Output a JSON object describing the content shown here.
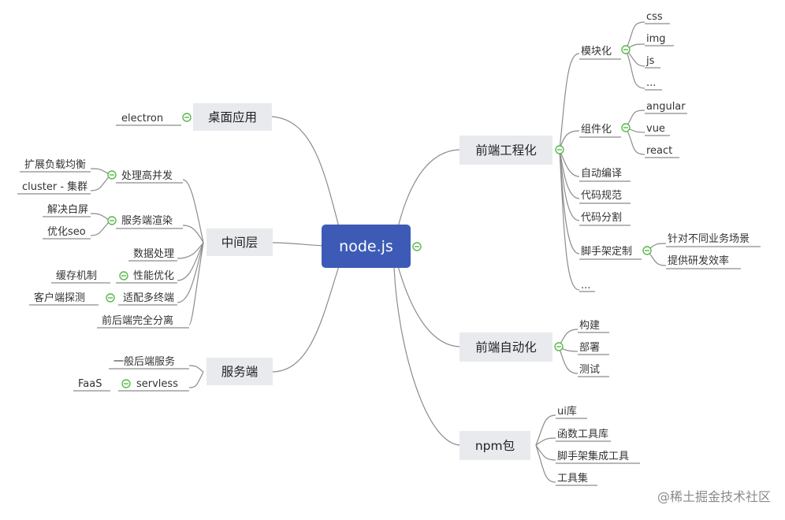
{
  "root": {
    "label": "node.js"
  },
  "branches": {
    "engineering": {
      "label": "前端工程化",
      "modularize": {
        "label": "模块化",
        "items": [
          "css",
          "img",
          "js",
          "..."
        ]
      },
      "components": {
        "label": "组件化",
        "items": [
          "angular",
          "vue",
          "react"
        ]
      },
      "auto_compile": "自动编译",
      "code_style": "代码规范",
      "code_split": "代码分割",
      "scaffold": {
        "label": "脚手架定制",
        "items": [
          "针对不同业务场景",
          "提供研发效率"
        ]
      },
      "more": "..."
    },
    "automation": {
      "label": "前端自动化",
      "items": [
        "构建",
        "部署",
        "测试"
      ]
    },
    "npm": {
      "label": "npm包",
      "items": [
        "ui库",
        "函数工具库",
        "脚手架集成工具",
        "工具集"
      ]
    },
    "desktop": {
      "label": "桌面应用",
      "items": [
        "electron"
      ]
    },
    "middle": {
      "label": "中间层",
      "concurrency": {
        "label": "处理高并发",
        "items": [
          "扩展负载均衡",
          "cluster - 集群"
        ]
      },
      "ssr": {
        "label": "服务端渲染",
        "items": [
          "解决白屏",
          "优化seo"
        ]
      },
      "data": "数据处理",
      "perf": {
        "label": "性能优化",
        "items": [
          "缓存机制"
        ]
      },
      "multi": {
        "label": "适配多终端",
        "items": [
          "客户端探测"
        ]
      },
      "separation": "前后端完全分离"
    },
    "server": {
      "label": "服务端",
      "general": "一般后端服务",
      "serverless": {
        "label": "servless",
        "items": [
          "FaaS"
        ]
      }
    }
  },
  "watermark": "@稀土掘金技术社区",
  "colors": {
    "root": "#3d5bb6",
    "branch_box": "#e9eaee",
    "toggle": "#57b94a",
    "line": "#8c8c8c"
  }
}
